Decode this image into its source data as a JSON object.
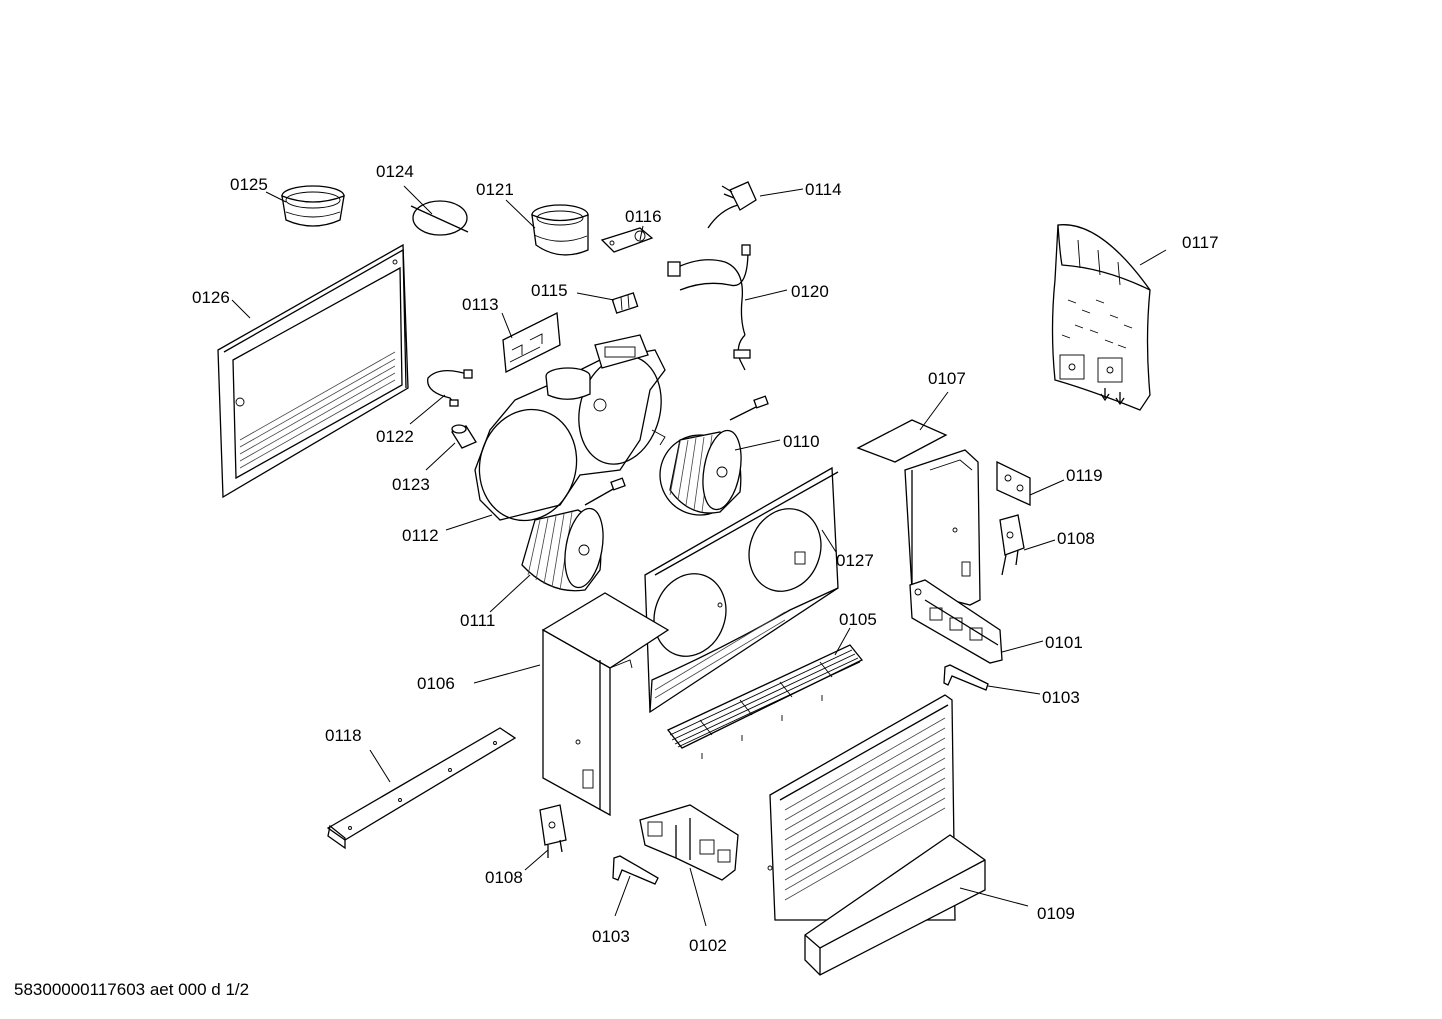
{
  "parts": [
    {
      "ref": "0125"
    },
    {
      "ref": "0124"
    },
    {
      "ref": "0121"
    },
    {
      "ref": "0116"
    },
    {
      "ref": "0114"
    },
    {
      "ref": "0117"
    },
    {
      "ref": "0126"
    },
    {
      "ref": "0115"
    },
    {
      "ref": "0113"
    },
    {
      "ref": "0120"
    },
    {
      "ref": "0122"
    },
    {
      "ref": "0123"
    },
    {
      "ref": "0107"
    },
    {
      "ref": "0110"
    },
    {
      "ref": "0119"
    },
    {
      "ref": "0112"
    },
    {
      "ref": "0127"
    },
    {
      "ref": "0108"
    },
    {
      "ref": "0111"
    },
    {
      "ref": "0105"
    },
    {
      "ref": "0101"
    },
    {
      "ref": "0106"
    },
    {
      "ref": "0103"
    },
    {
      "ref": "0118"
    },
    {
      "ref": "0108"
    },
    {
      "ref": "0109"
    },
    {
      "ref": "0103"
    },
    {
      "ref": "0102"
    }
  ],
  "footer": "58300000117603 aet 000 d 1/2"
}
